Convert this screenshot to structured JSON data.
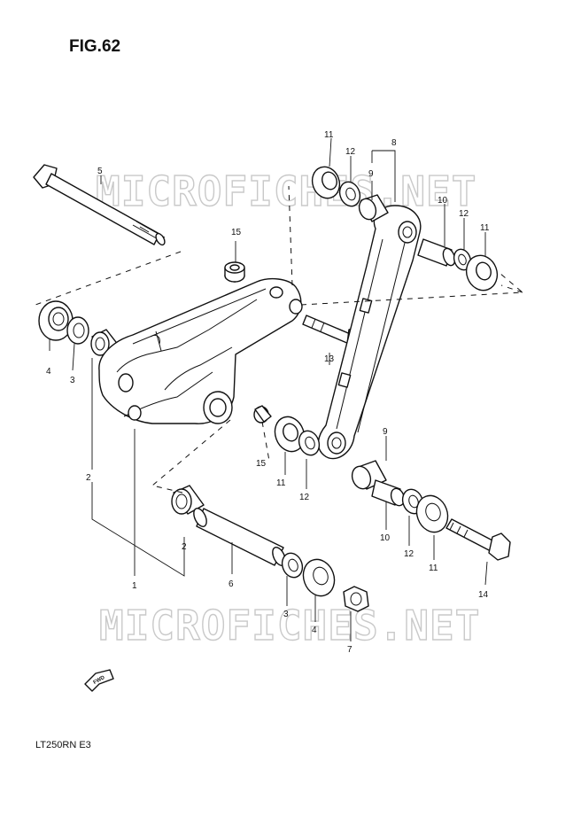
{
  "figure": {
    "title": "FIG.62",
    "model": "LT250RN  E3",
    "fwd_label": "FWD"
  },
  "watermarks": [
    "MICROFICHES.NET",
    "MICROFICHES.NET"
  ],
  "callouts": {
    "c1": "1",
    "c2a": "2",
    "c2b": "2",
    "c3a": "3",
    "c3b": "3",
    "c4a": "4",
    "c4b": "4",
    "c5": "5",
    "c6": "6",
    "c7": "7",
    "c8": "8",
    "c9a": "9",
    "c9b": "9",
    "c10a": "10",
    "c10b": "10",
    "c11a": "11",
    "c11b": "11",
    "c11c": "11",
    "c11d": "11",
    "c12a": "12",
    "c12b": "12",
    "c12c": "12",
    "c12d": "12",
    "c13": "13",
    "c14": "14",
    "c15a": "15",
    "c15b": "15"
  }
}
